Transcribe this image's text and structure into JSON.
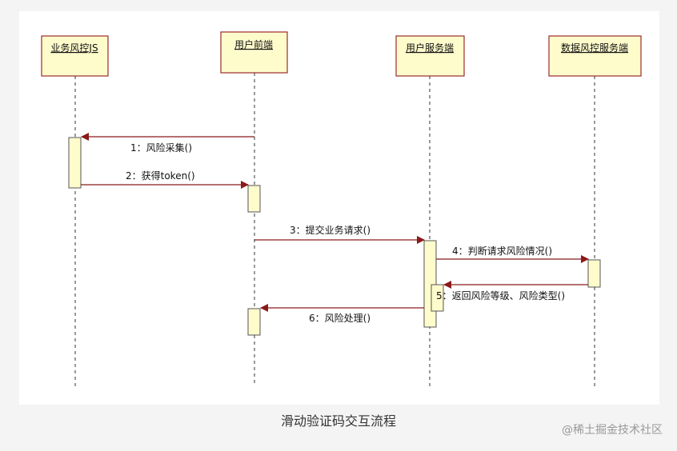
{
  "participants": [
    {
      "id": "p1",
      "label": "业务风控JS"
    },
    {
      "id": "p2",
      "label": "用户前端"
    },
    {
      "id": "p3",
      "label": "用户服务端"
    },
    {
      "id": "p4",
      "label": "数据风控服务端"
    }
  ],
  "messages": [
    {
      "label": "1：风险采集()"
    },
    {
      "label": "2：获得token()"
    },
    {
      "label": "3：提交业务请求()"
    },
    {
      "label": "4：判断请求风险情况()"
    },
    {
      "label": "5：返回风险等级、风险类型()"
    },
    {
      "label": "6：风险处理()"
    }
  ],
  "caption": "滑动验证码交互流程",
  "watermark": "@稀土掘金技术社区",
  "colors": {
    "box_fill": "#fffccc",
    "box_stroke": "#9b2c2c",
    "arrow": "#8b1a1a",
    "activation_stroke": "#555555"
  }
}
